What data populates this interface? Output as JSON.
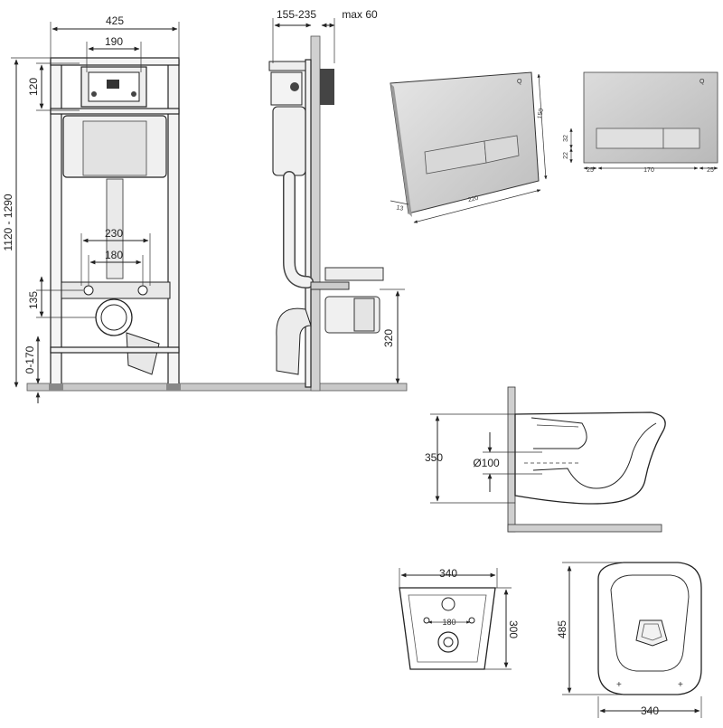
{
  "frame_front": {
    "width_label": "425",
    "inner_label": "190",
    "top_label": "120",
    "height_label": "1120 - 1290",
    "bolt_outer_label": "230",
    "bolt_inner_label": "180",
    "outlet_label": "135",
    "foot_label": "0-170"
  },
  "frame_side": {
    "depth_label": "155-235",
    "max_label": "max 60",
    "outlet_height_label": "320"
  },
  "plate_perspective": {
    "height_label": "150",
    "width_label": "220",
    "depth_label": "13"
  },
  "plate_front": {
    "side_left_label": "25",
    "button_label": "170",
    "side_right_label": "25",
    "button_height_label": "32",
    "bottom_label": "22"
  },
  "bowl_side": {
    "height_label": "350",
    "pipe_label": "Ø100"
  },
  "bowl_back": {
    "width_label": "340",
    "bolt_label": "180",
    "depth_label": "300"
  },
  "bowl_top": {
    "length_label": "485",
    "width_label": "340"
  }
}
